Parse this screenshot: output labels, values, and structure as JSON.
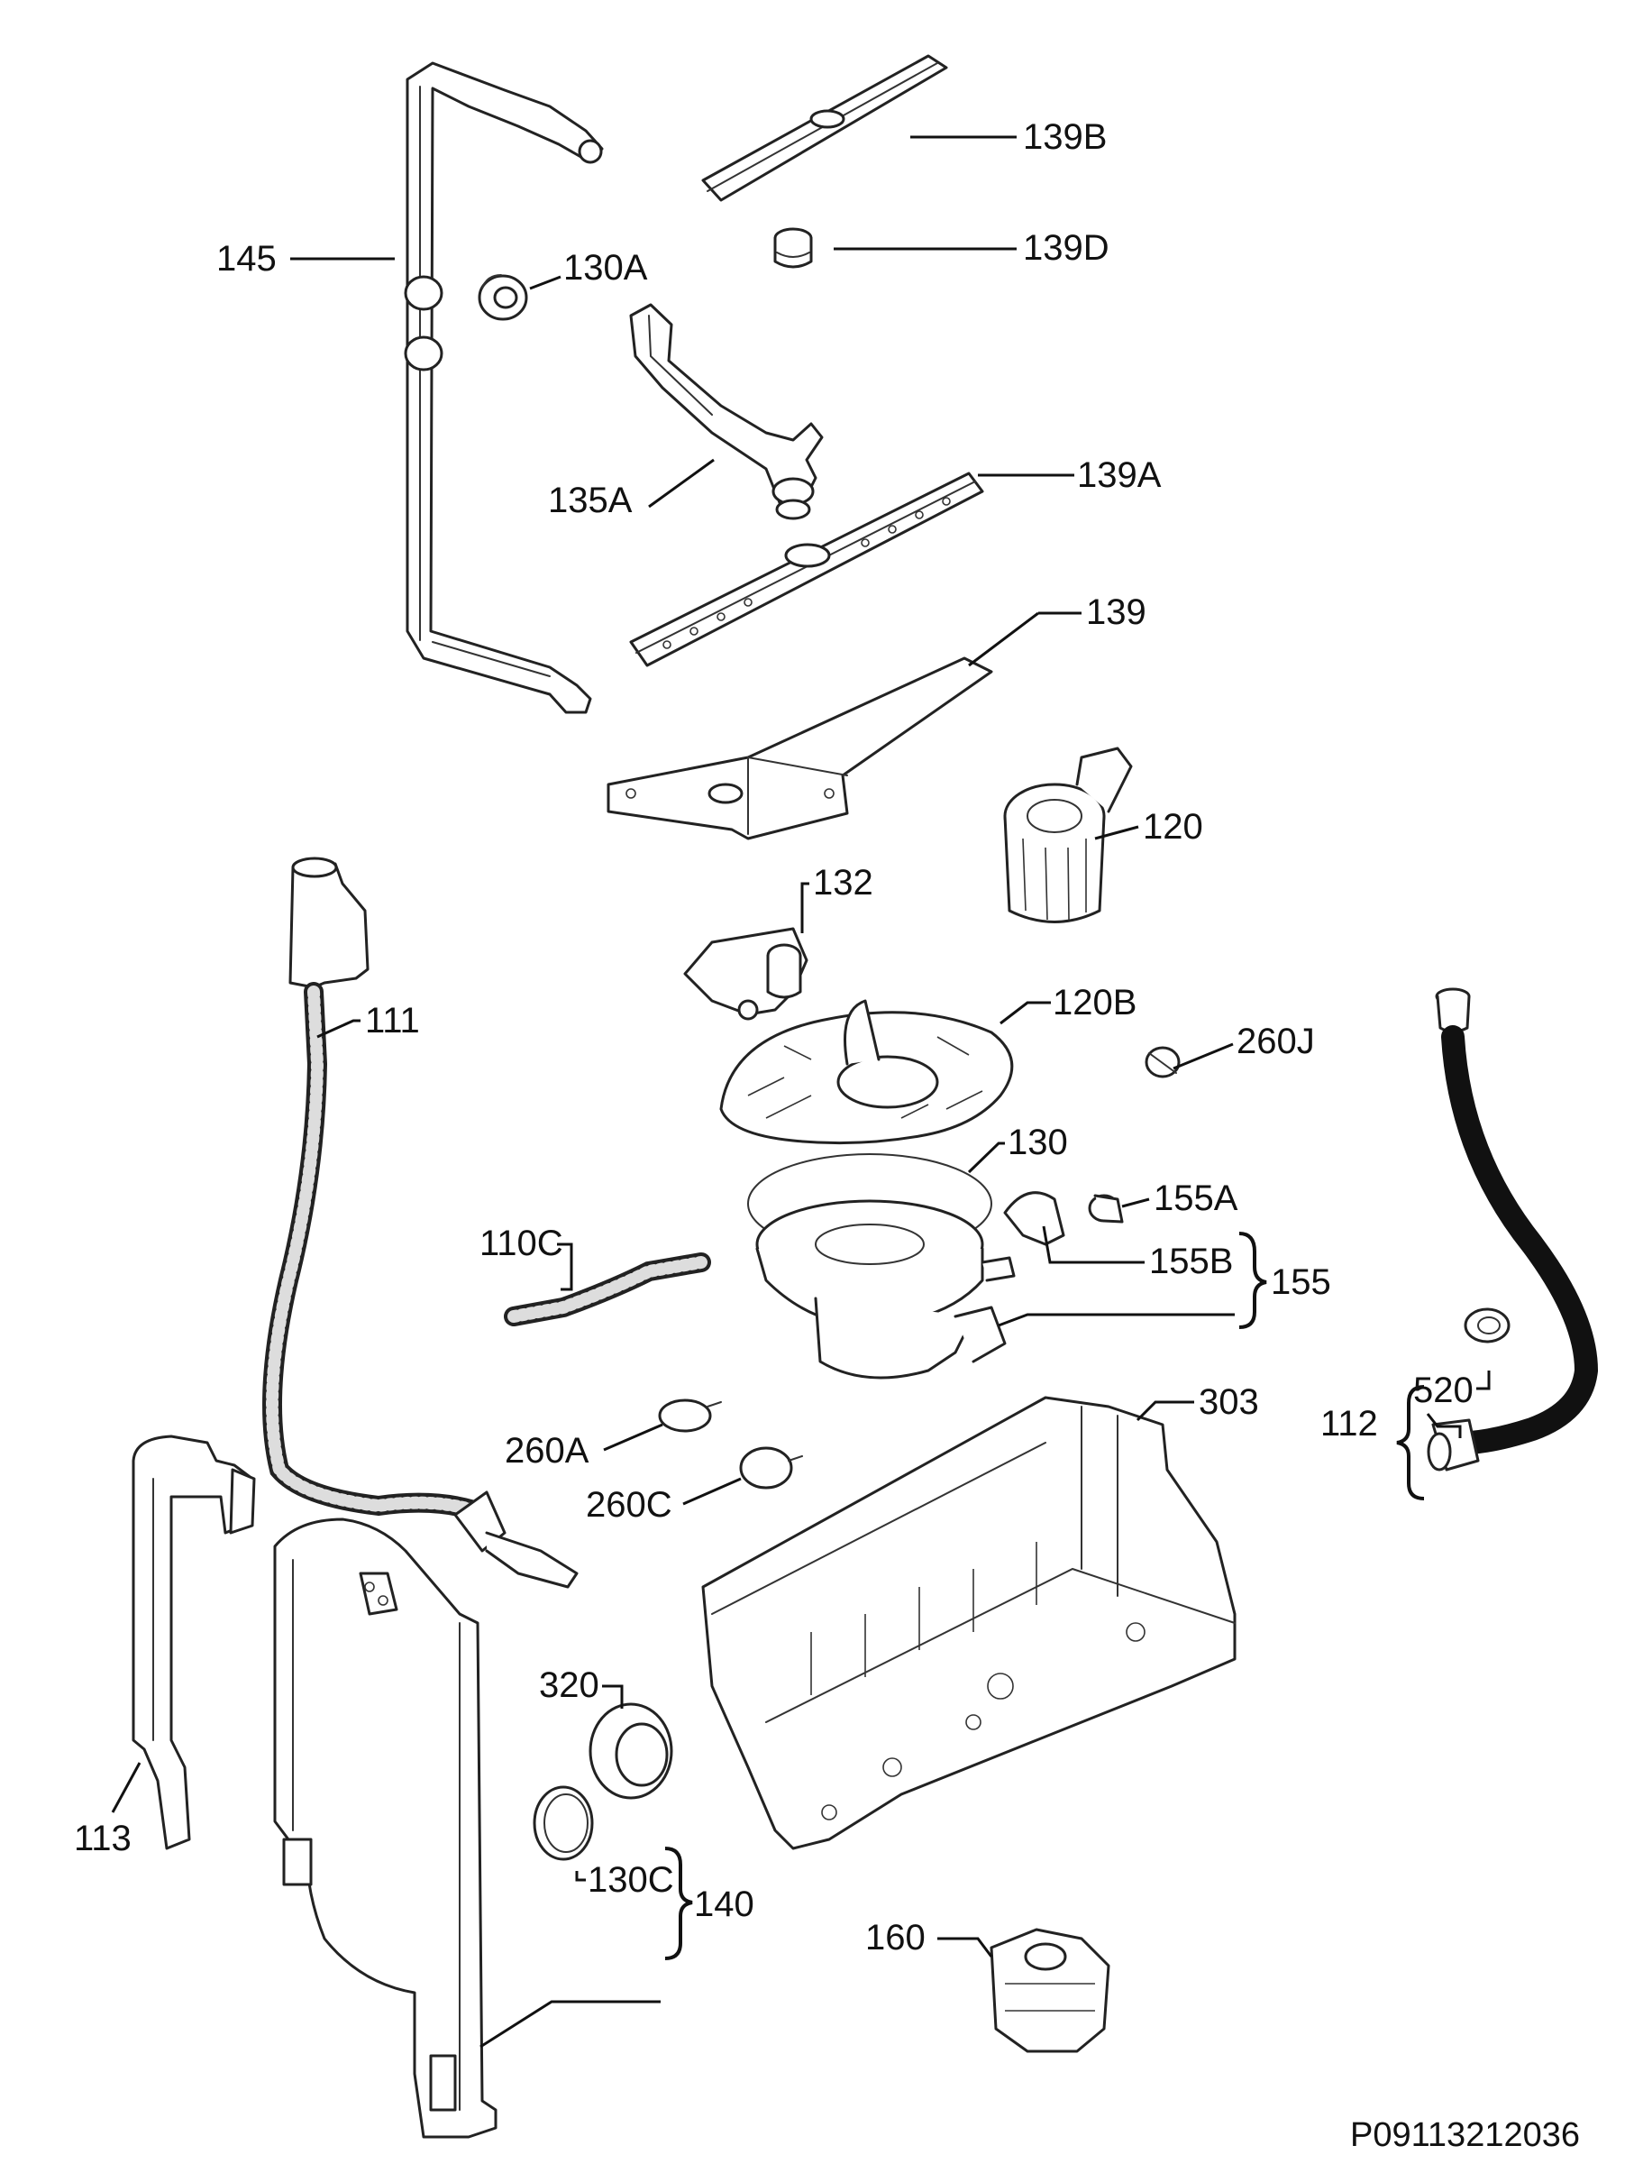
{
  "labels": {
    "l139B": "139B",
    "l139D": "139D",
    "l145": "145",
    "l130A": "130A",
    "l135A": "135A",
    "l139A": "139A",
    "l139": "139",
    "l120": "120",
    "l132": "132",
    "l111": "111",
    "l120B": "120B",
    "l260J": "260J",
    "l130": "130",
    "l155A": "155A",
    "l110C": "110C",
    "l155B": "155B",
    "l155": "155",
    "l303": "303",
    "l112": "112",
    "l520": "520",
    "l260A": "260A",
    "l260C": "260C",
    "l320": "320",
    "l113": "113",
    "l130C": "130C",
    "l140": "140",
    "l160": "160"
  },
  "document_id": "P09113212036",
  "colors": {
    "line": "#111111",
    "background": "#ffffff"
  }
}
